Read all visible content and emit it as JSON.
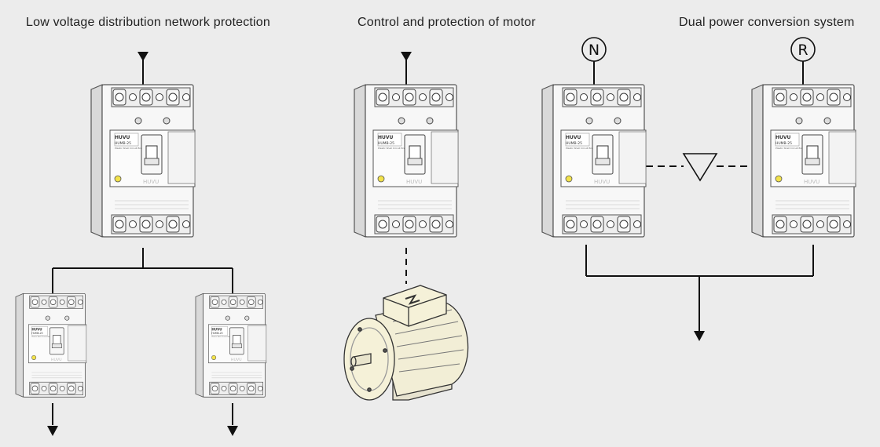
{
  "sections": [
    {
      "title": "Low voltage distribution network protection"
    },
    {
      "title": "Control and protection of motor"
    },
    {
      "title": "Dual power conversion system"
    }
  ],
  "sources": {
    "normal": "N",
    "reserve": "R"
  },
  "breaker": {
    "brand": "HUVU",
    "model": "HUMB-25",
    "subtitle": "Plastic Shell Circuit Breaker",
    "watermark": "HUVU"
  },
  "colors": {
    "background": "#ececec",
    "line": "#111111",
    "breaker_body": "#f7f7f7",
    "breaker_outline": "#555555",
    "indicator": "#f2e24a",
    "motor_body": "#f5f1d8",
    "motor_outline": "#333333"
  },
  "icons": [
    "arrow-down-icon",
    "dashed-link-icon",
    "triangle-interlock-icon",
    "motor-icon"
  ]
}
